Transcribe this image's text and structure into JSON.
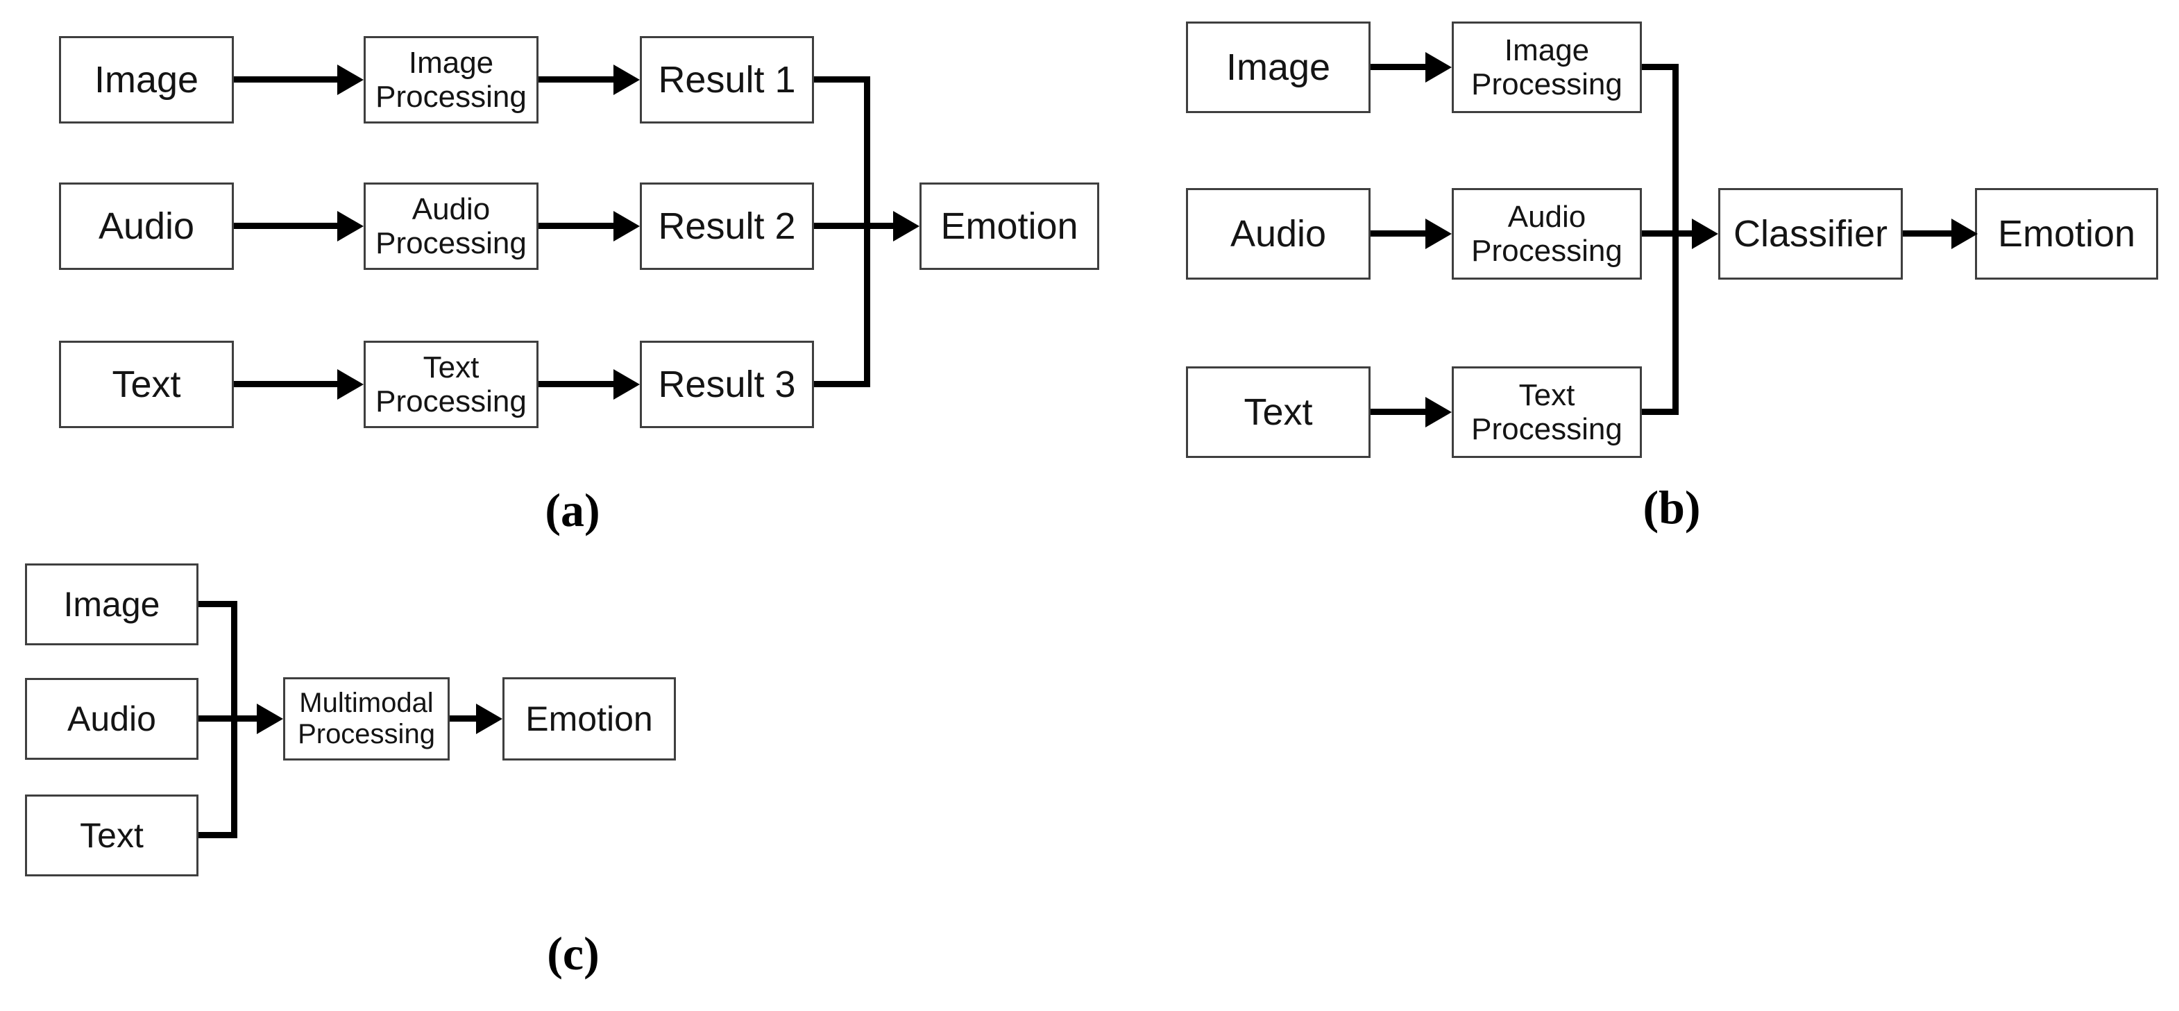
{
  "colors": {
    "background": "#ffffff",
    "box_border": "#3f3f3f",
    "connector": "#000000",
    "text": "#141414"
  },
  "captions": {
    "a": "(a)",
    "b": "(b)",
    "c": "(c)"
  },
  "diagram_a": {
    "inputs": [
      "Image",
      "Audio",
      "Text"
    ],
    "processors": [
      [
        "Image",
        "Processing"
      ],
      [
        "Audio",
        "Processing"
      ],
      [
        "Text",
        "Processing"
      ]
    ],
    "results": [
      "Result 1",
      "Result 2",
      "Result 3"
    ],
    "output": "Emotion"
  },
  "diagram_b": {
    "inputs": [
      "Image",
      "Audio",
      "Text"
    ],
    "processors": [
      [
        "Image",
        "Processing"
      ],
      [
        "Audio",
        "Processing"
      ],
      [
        "Text",
        "Processing"
      ]
    ],
    "classifier": "Classifier",
    "output": "Emotion"
  },
  "diagram_c": {
    "inputs": [
      "Image",
      "Audio",
      "Text"
    ],
    "processor": [
      "Multimodal",
      "Processing"
    ],
    "output": "Emotion"
  }
}
